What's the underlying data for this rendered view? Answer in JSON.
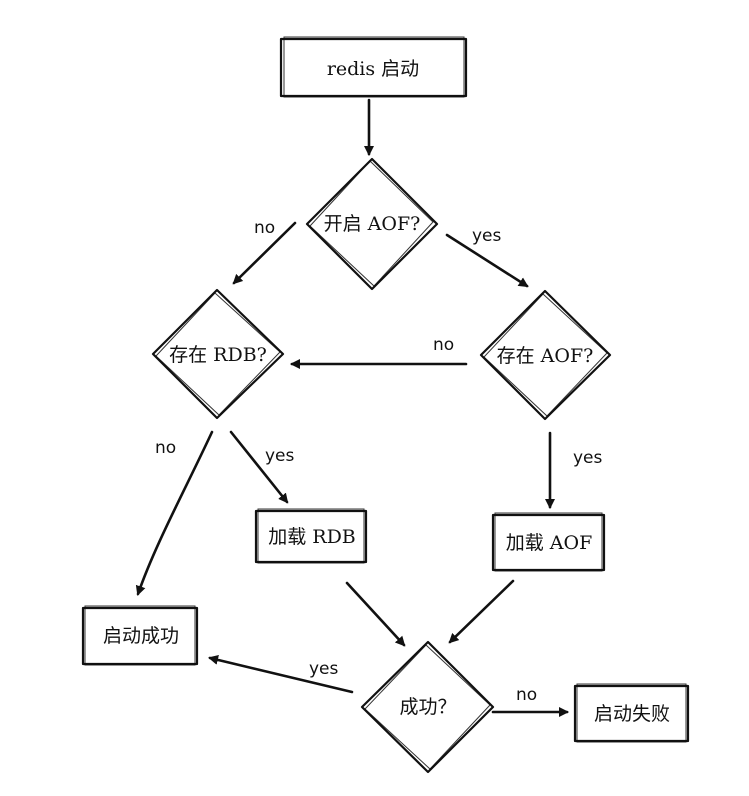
{
  "diagram": {
    "nodes": {
      "start": {
        "label": "redis 启动",
        "shape": "box"
      },
      "aof_enabled": {
        "label": "开启 AOF?",
        "shape": "diamond"
      },
      "rdb_exists": {
        "label": "存在 RDB?",
        "shape": "diamond"
      },
      "aof_exists": {
        "label": "存在 AOF?",
        "shape": "diamond"
      },
      "load_rdb": {
        "label": "加载 RDB",
        "shape": "box"
      },
      "load_aof": {
        "label": "加载 AOF",
        "shape": "box"
      },
      "start_success": {
        "label": "启动成功",
        "shape": "box"
      },
      "success_check": {
        "label": "成功？",
        "shape": "diamond"
      },
      "start_fail": {
        "label": "启动失败",
        "shape": "box"
      }
    },
    "edges": {
      "start_to_aof_enabled": {
        "from": "start",
        "to": "aof_enabled",
        "label": ""
      },
      "aof_enabled_no": {
        "from": "aof_enabled",
        "to": "rdb_exists",
        "label": "no"
      },
      "aof_enabled_yes": {
        "from": "aof_enabled",
        "to": "aof_exists",
        "label": "yes"
      },
      "aof_exists_no": {
        "from": "aof_exists",
        "to": "rdb_exists",
        "label": "no"
      },
      "rdb_exists_no": {
        "from": "rdb_exists",
        "to": "start_success",
        "label": "no"
      },
      "rdb_exists_yes": {
        "from": "rdb_exists",
        "to": "load_rdb",
        "label": "yes"
      },
      "aof_exists_yes": {
        "from": "aof_exists",
        "to": "load_aof",
        "label": "yes"
      },
      "load_rdb_to_check": {
        "from": "load_rdb",
        "to": "success_check",
        "label": ""
      },
      "load_aof_to_check": {
        "from": "load_aof",
        "to": "success_check",
        "label": ""
      },
      "check_yes": {
        "from": "success_check",
        "to": "start_success",
        "label": "yes"
      },
      "check_no": {
        "from": "success_check",
        "to": "start_fail",
        "label": "no"
      }
    }
  }
}
